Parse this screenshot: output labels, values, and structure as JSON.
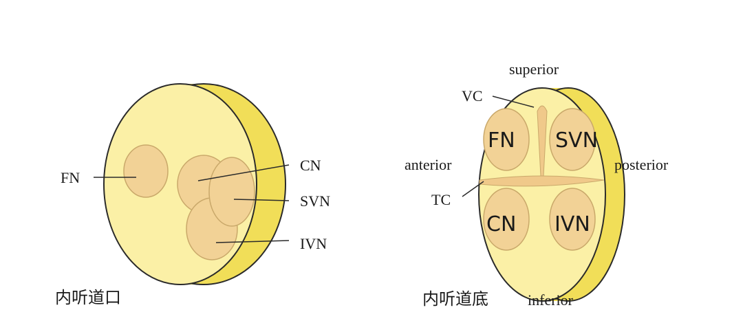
{
  "left_diagram": {
    "caption": "内听道口",
    "labels": {
      "fn": "FN",
      "cn": "CN",
      "svn": "SVN",
      "ivn": "IVN"
    }
  },
  "right_diagram": {
    "caption": "内听道底",
    "orientation": {
      "superior": "superior",
      "inferior": "inferior",
      "anterior": "anterior",
      "posterior": "posterior"
    },
    "labels": {
      "vc": "VC",
      "tc": "TC"
    },
    "quadrants": {
      "fn": "FN",
      "svn": "SVN",
      "cn": "CN",
      "ivn": "IVN"
    }
  },
  "colors": {
    "face": "#fbf0a6",
    "rim": "#f1de58",
    "nerve": "#f2d296",
    "crest": "#f0c98a",
    "outline": "#2a2a2a"
  }
}
